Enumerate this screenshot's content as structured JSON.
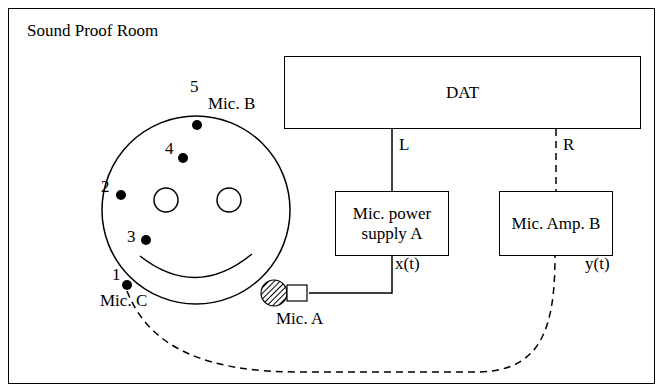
{
  "diagram": {
    "nodes": [
      {
        "text": [
          "Sound Proof Room"
        ]
      },
      {
        "text": [
          "DAT"
        ],
        "in": 0
      },
      {
        "text": [
          "Mic. power supply A"
        ],
        "in": 0
      },
      {
        "text": [
          "Mic. Amp. B"
        ],
        "in": 0
      },
      {
        "text": [
          "Mic. A"
        ],
        "in": 0
      }
    ],
    "edges": [
      {
        "from": 1,
        "to": 2,
        "arrow": "none",
        "label": "L"
      },
      {
        "from": 1,
        "to": 3,
        "arrow": "none",
        "label": "R"
      },
      {
        "from": 4,
        "to": 2,
        "arrow": "none"
      }
    ],
    "labels": [
      "5",
      "Mic. B",
      "4",
      "2",
      "3",
      "1",
      "Mic. C",
      "x(t)",
      "y(t)"
    ]
  }
}
